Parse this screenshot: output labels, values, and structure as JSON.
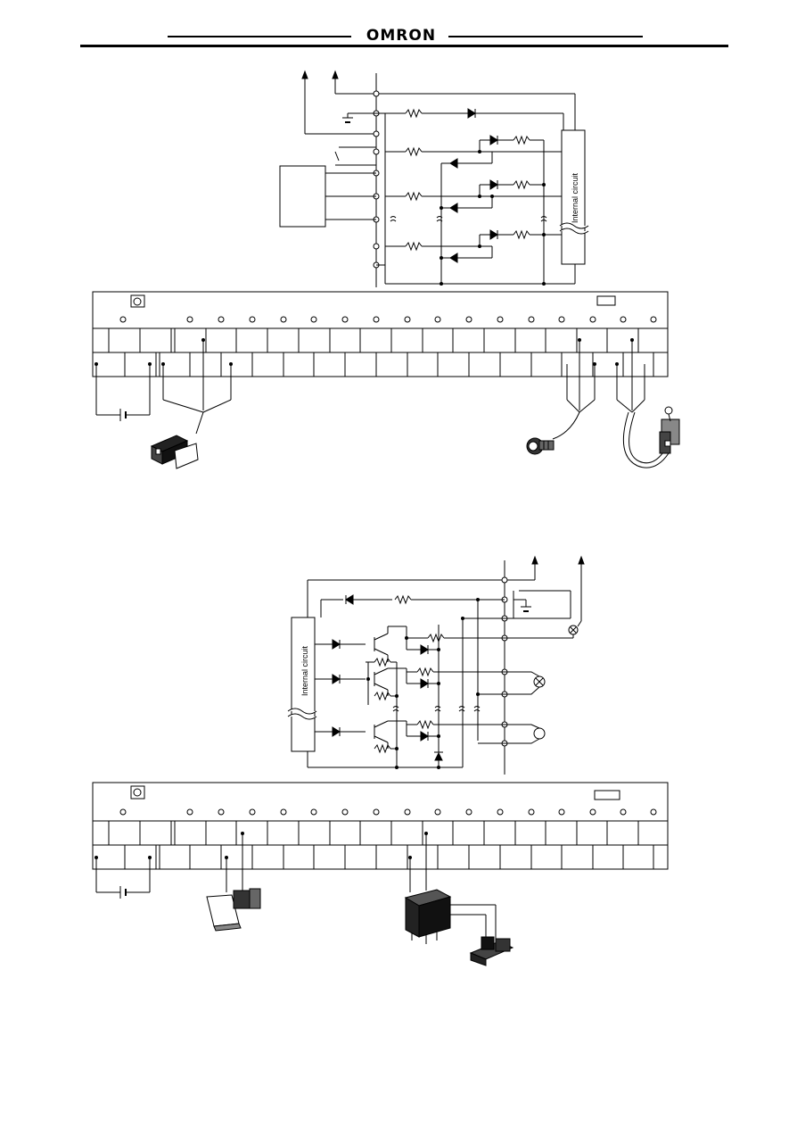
{
  "header": {
    "brand_logo_text": "OMRON"
  },
  "input_circuit": {
    "internal_circuit_label": "Internal circuit"
  },
  "output_circuit": {
    "internal_circuit_label": "Internal circuit"
  },
  "colors": {
    "line": "#000000",
    "background": "#ffffff"
  },
  "icons": {
    "device_1": "photoelectric-sensor-icon",
    "device_2": "proximity-sensor-icon",
    "device_3": "limit-switch-icon",
    "device_4": "pilot-lamp-icon",
    "device_5": "relay-icon",
    "device_6": "solenoid-valve-icon"
  }
}
